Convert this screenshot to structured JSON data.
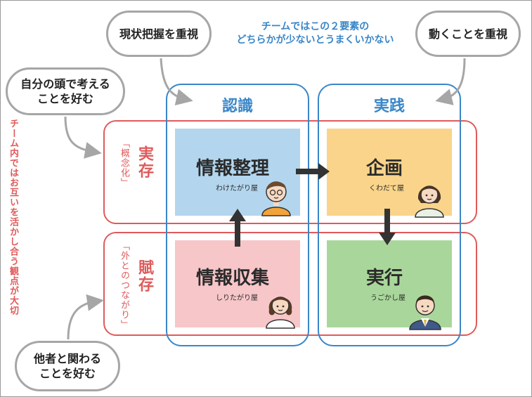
{
  "bubbles": {
    "current_state": "現状把握を重視",
    "action": "動くことを重視",
    "think_line1": "自分の頭で考える",
    "think_line2": "ことを好む",
    "people_line1": "他者と関わる",
    "people_line2": "ことを好む"
  },
  "note": {
    "line1": "チームではこの２要素の",
    "line2": "どちらかが少ないとうまくいかない"
  },
  "columns": {
    "left": "認識",
    "right": "実践"
  },
  "rows": {
    "top": {
      "label": "実存",
      "sub": "「概念化」"
    },
    "bottom": {
      "label": "賦存",
      "sub": "「外とのつながり」"
    }
  },
  "side_note": "チーム内ではお互いを活かし合う観点が大切",
  "cells": {
    "info_organize": {
      "title": "情報整理",
      "sub": "わけたがり屋",
      "color": "#b3d6ee"
    },
    "planning": {
      "title": "企画",
      "sub": "くわだて屋",
      "color": "#f9d48a"
    },
    "info_collect": {
      "title": "情報収集",
      "sub": "しりたがり屋",
      "color": "#f7c6c9"
    },
    "execution": {
      "title": "実行",
      "sub": "うごかし屋",
      "color": "#a9d79b"
    }
  },
  "colors": {
    "blue": "#3a86c8",
    "red": "#e05a5a",
    "bubble_border": "#a6a6a6",
    "arrow": "#333333"
  }
}
